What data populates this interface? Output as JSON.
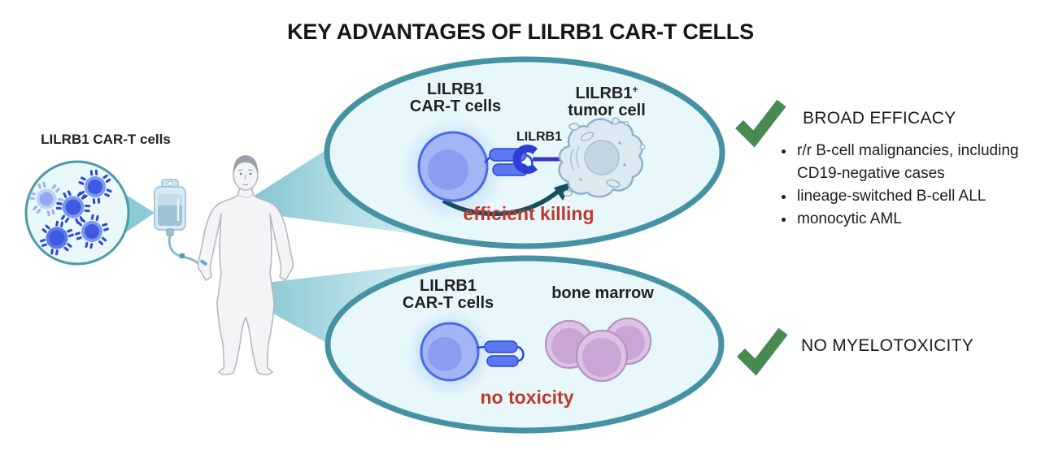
{
  "title": "KEY ADVANTAGES OF LILRB1 CAR-T CELLS",
  "infusion": {
    "label": "LILRB1 CAR-T cells"
  },
  "panel_top": {
    "cart_line1": "LILRB1",
    "cart_line2": "CAR-T cells",
    "tumor_line1": "LILRB1",
    "tumor_sup": "+",
    "tumor_line2": "tumor cell",
    "receptor_label": "LILRB1",
    "caption": "efficient killing"
  },
  "panel_bottom": {
    "cart_line1": "LILRB1",
    "cart_line2": "CAR-T cells",
    "marrow_label": "bone marrow",
    "caption": "no toxicity"
  },
  "benefits": [
    {
      "title": "BROAD EFFICACY",
      "bullets": [
        "r/r B-cell malignancies, including CD19-negative cases",
        "lineage-switched B-cell ALL",
        "monocytic AML"
      ]
    },
    {
      "title": "NO MYELOTOXICITY",
      "bullets": []
    }
  ],
  "colors": {
    "panel_border_teal": "#4593a2",
    "panel_fill": "#e7f7fb",
    "cone_teal": "#8fccd6",
    "check_green": "#478a52",
    "caption_red": "#c0392b",
    "cart_cell_blue": "#4a6be3",
    "receptor_dark_blue": "#2b3fd6",
    "kill_arrow_teal": "#15505e",
    "marrow_purple": "#c9a6d5",
    "tumor_cell_gray": "#dce8f0"
  }
}
